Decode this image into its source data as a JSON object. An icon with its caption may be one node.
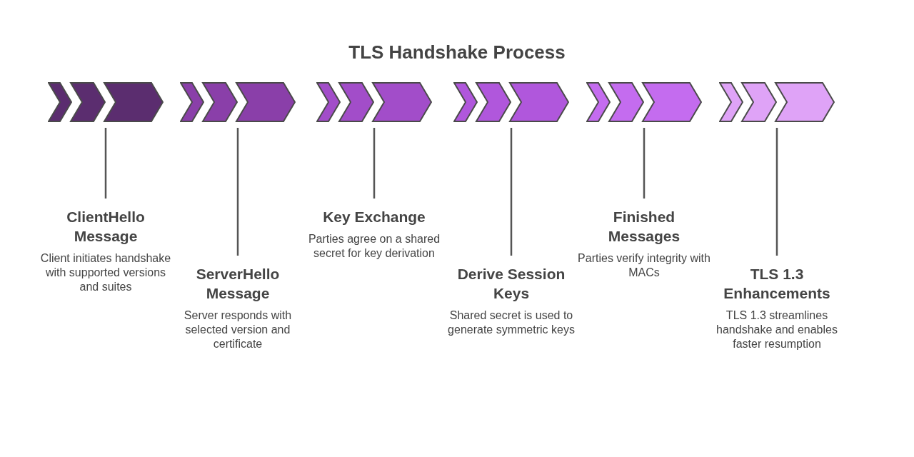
{
  "diagram": {
    "title": "TLS Handshake Process",
    "nodes": [
      {
        "text": [],
        "shape": "chevron"
      },
      {
        "text": [],
        "shape": "chevron"
      },
      {
        "text": [],
        "shape": "chevron"
      },
      {
        "text": [],
        "shape": "chevron"
      },
      {
        "text": [],
        "shape": "chevron"
      },
      {
        "text": [],
        "shape": "chevron"
      },
      {
        "text": [
          "ClientHello Message",
          "Client initiates handshake with supported versions and suites"
        ]
      },
      {
        "text": [
          "ServerHello Message",
          "Server responds with selected version and certificate"
        ]
      },
      {
        "text": [
          "Key Exchange",
          "Parties agree on a shared secret for key derivation"
        ]
      },
      {
        "text": [
          "Derive Session Keys",
          "Shared secret is used to generate symmetric keys"
        ]
      },
      {
        "text": [
          "Finished Messages",
          "Parties verify integrity with MACs"
        ]
      },
      {
        "text": [
          "TLS 1.3 Enhancements",
          "TLS 1.3 streamlines handshake and enables faster resumption"
        ]
      }
    ],
    "edges": [
      {
        "from": 0,
        "to": 6,
        "arrow": "none"
      },
      {
        "from": 1,
        "to": 7,
        "arrow": "none"
      },
      {
        "from": 2,
        "to": 8,
        "arrow": "none"
      },
      {
        "from": 3,
        "to": 9,
        "arrow": "none"
      },
      {
        "from": 4,
        "to": 10,
        "arrow": "none"
      },
      {
        "from": 5,
        "to": 11,
        "arrow": "none"
      }
    ]
  }
}
